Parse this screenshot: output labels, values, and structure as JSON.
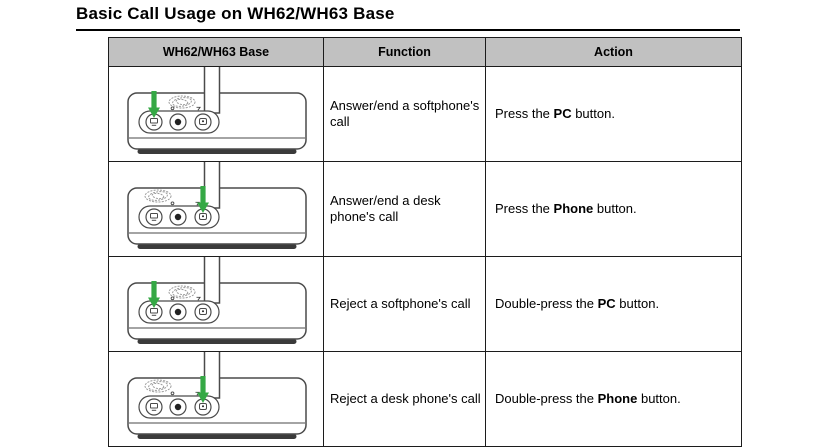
{
  "page": {
    "title": "Basic Call Usage on WH62/WH63 Base"
  },
  "table": {
    "headers": [
      "WH62/WH63 Base",
      "Function",
      "Action"
    ],
    "rows": [
      {
        "illustration": "base-green-arrow-on-pc-button",
        "function": "Answer/end a softphone's call",
        "action": {
          "prefix": "Press the ",
          "bold": "PC",
          "suffix": " button."
        }
      },
      {
        "illustration": "base-green-arrow-on-phone-button",
        "function": "Answer/end a desk phone's call",
        "action": {
          "prefix": "Press the ",
          "bold": "Phone",
          "suffix": " button."
        }
      },
      {
        "illustration": "base-green-arrow-on-pc-button",
        "function": "Reject a softphone's call",
        "action": {
          "prefix": "Double-press the ",
          "bold": "PC",
          "suffix": " button."
        }
      },
      {
        "illustration": "base-green-arrow-on-phone-button",
        "function": "Reject a desk phone's call",
        "action": {
          "prefix": "Double-press the ",
          "bold": "Phone",
          "suffix": " button."
        }
      }
    ]
  },
  "icons": {
    "green_arrow": "press-indicator-arrow",
    "flash": "ringing-flash-scribble",
    "buttons": [
      "pc-button",
      "call-control-button",
      "phone-button"
    ]
  },
  "colors": {
    "arrow_green": "#35a845",
    "header_bg": "#c1c1c1",
    "line_dark": "#4a4a4a"
  }
}
